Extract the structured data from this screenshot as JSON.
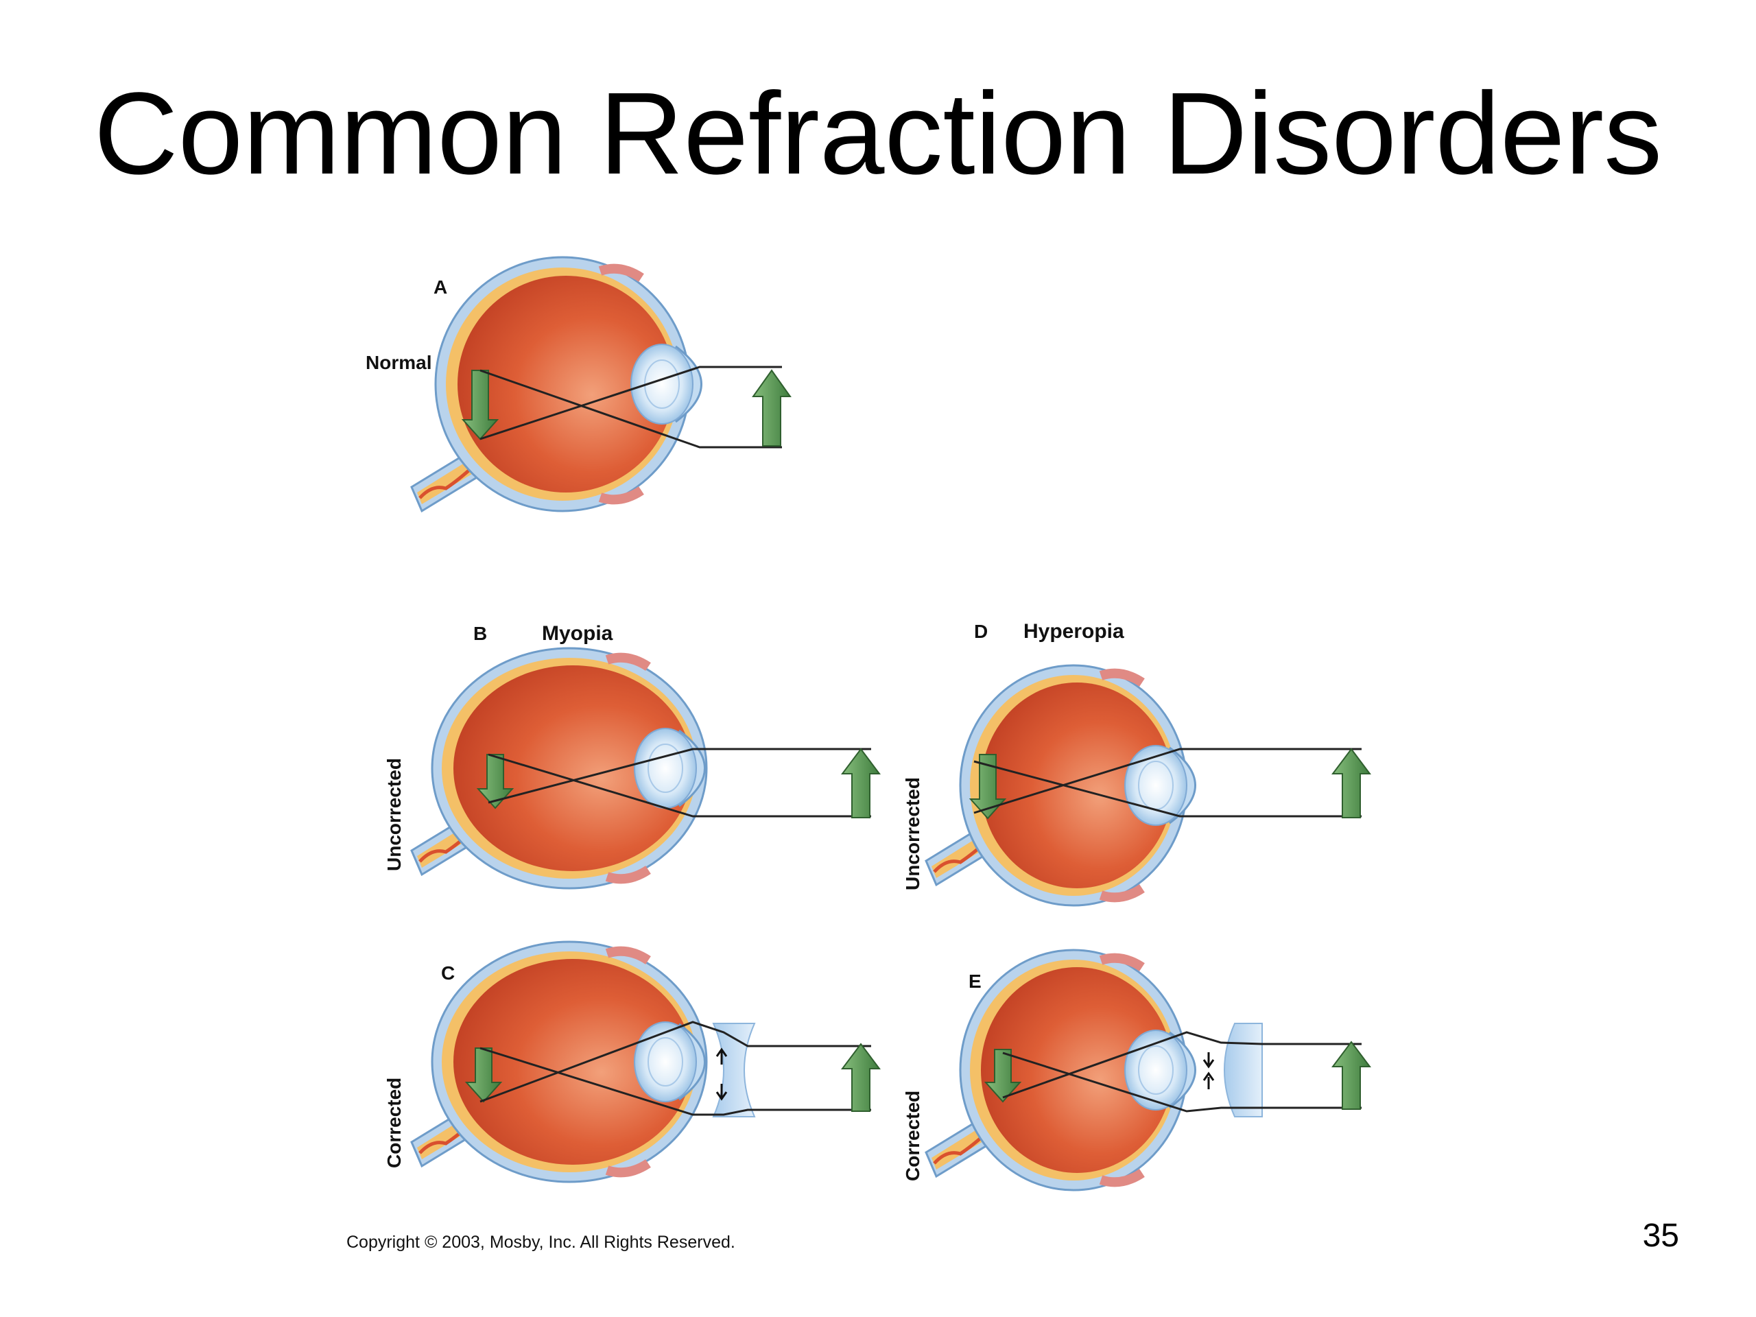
{
  "slide": {
    "title": "Common Refraction Disorders",
    "page_number": "35",
    "copyright": "Copyright © 2003, Mosby, Inc. All Rights Reserved."
  },
  "panels": {
    "a": {
      "letter": "A",
      "label": "Normal"
    },
    "b": {
      "letter": "B",
      "label": "Myopia",
      "side_label": "Uncorrected"
    },
    "c": {
      "letter": "C",
      "side_label": "Corrected"
    },
    "d": {
      "letter": "D",
      "label": "Hyperopia",
      "side_label": "Uncorrected"
    },
    "e": {
      "letter": "E",
      "side_label": "Corrected"
    }
  },
  "colors": {
    "eyeball": "#d9502e",
    "sclera": "#b9d3ec",
    "retina": "#f4c067",
    "lens": "#cfe3f5",
    "object_arrow": "#5f9a5a"
  }
}
